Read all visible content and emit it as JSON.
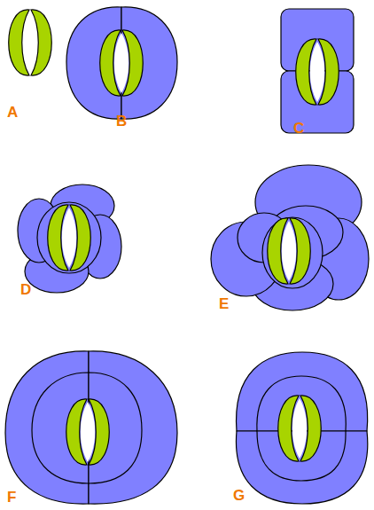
{
  "diagram": {
    "labels": [
      "A",
      "B",
      "C",
      "D",
      "E",
      "F",
      "G"
    ]
  }
}
